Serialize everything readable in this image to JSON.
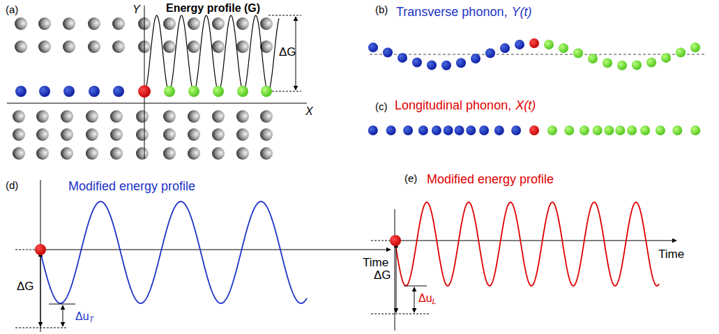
{
  "diagram": {
    "labels": [
      "(a)",
      "Energy profile (G)",
      "Y",
      "X",
      "ΔG",
      "(b)",
      "Transverse phonon,",
      "Y(t)",
      "(c)",
      "Longitudinal phonon,",
      "X(t)",
      "(d)",
      "Modified energy profile",
      "ΔG",
      "Δu",
      "T",
      "Time",
      "(e)",
      "Modified energy profile",
      "ΔG",
      "Δu",
      "L",
      "Time"
    ]
  }
}
